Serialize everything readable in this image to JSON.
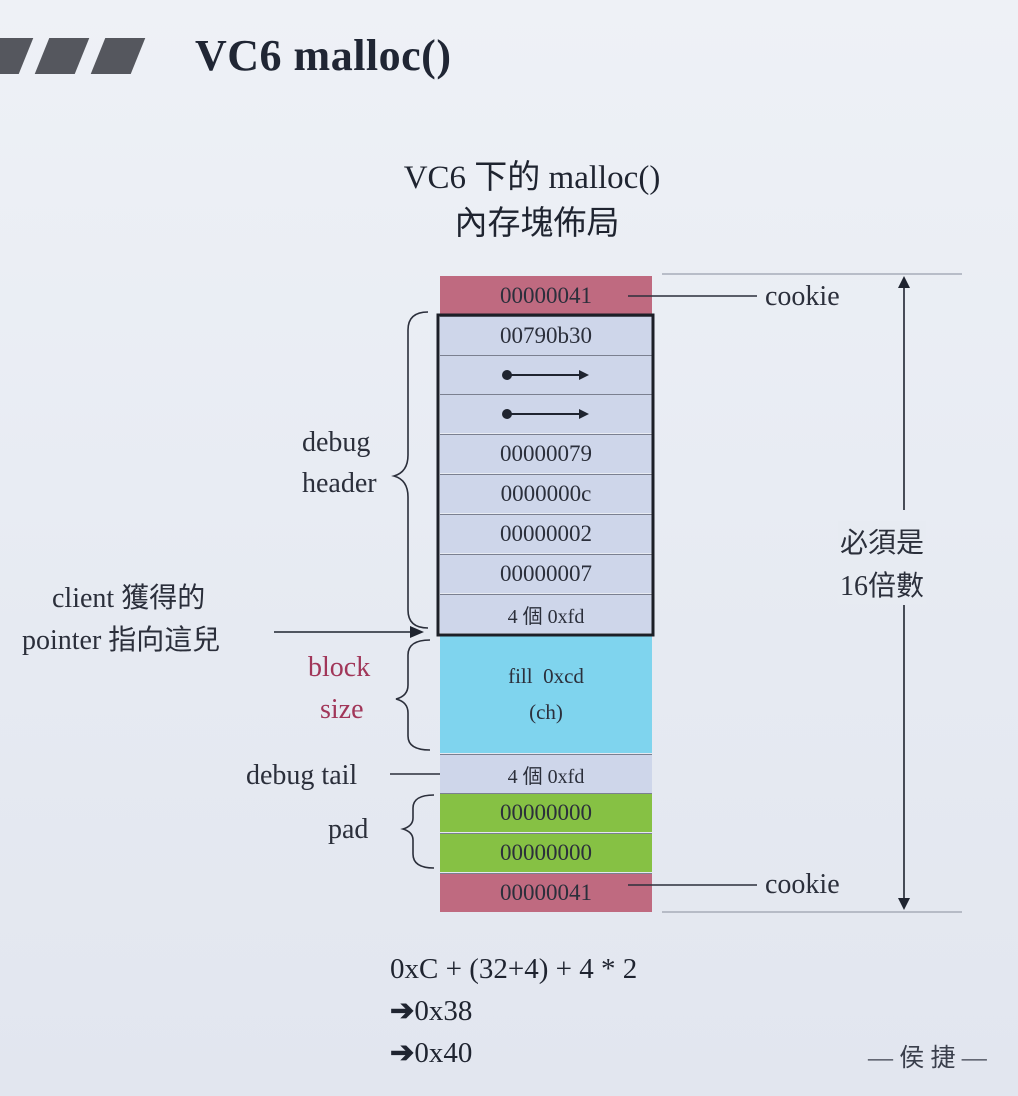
{
  "title": "VC6 malloc()",
  "subtitle_line1": "VC6 下的 malloc()",
  "subtitle_line2": "內存塊佈局",
  "cells": {
    "cookie_top": "00000041",
    "header_1": "00790b30",
    "header_4": "00000079",
    "header_5": "0000000c",
    "header_6": "00000002",
    "header_7": "00000007",
    "header_8": "4 個 0xfd",
    "fill_line1": "fill  0xcd",
    "fill_line2": "(ch)",
    "debug_tail": "4 個 0xfd",
    "pad_1": "00000000",
    "pad_2": "00000000",
    "cookie_bottom": "00000041"
  },
  "labels": {
    "cookie_top": "cookie",
    "cookie_bottom": "cookie",
    "debug_header_1": "debug",
    "debug_header_2": "header",
    "client_1": "client 獲得的",
    "client_2": "pointer 指向這兒",
    "block_1": "block",
    "block_2": "size",
    "debug_tail": "debug tail",
    "pad": "pad",
    "multiple_1": "必須是",
    "multiple_2": "16倍數"
  },
  "formula": {
    "line1": "0xC + (32+4) + 4 * 2",
    "line2": "0x38",
    "line3": "0x40"
  },
  "author": "— 侯 捷 —",
  "colors": {
    "cookie": "#bf6a80",
    "header": "#ced6ea",
    "fill": "#7fd4ee",
    "pad": "#86c144",
    "block_size_label": "#a13659"
  }
}
